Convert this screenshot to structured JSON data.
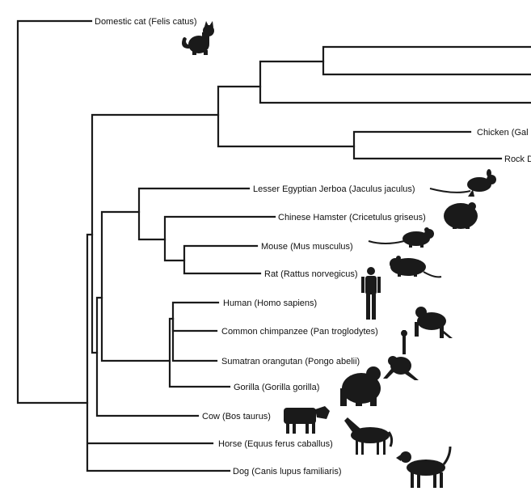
{
  "tree": {
    "taxa": [
      {
        "id": "cat",
        "label": "Domestic cat (Felis catus)",
        "icon": "cat-icon"
      },
      {
        "id": "chicken",
        "label": "Chicken (Gal",
        "icon": null
      },
      {
        "id": "rock",
        "label": "Rock D",
        "icon": null
      },
      {
        "id": "jerboa",
        "label": "Lesser Egyptian Jerboa (Jaculus jaculus)",
        "icon": "jerboa-icon"
      },
      {
        "id": "hamster",
        "label": "Chinese Hamster (Cricetulus griseus)",
        "icon": "hamster-icon"
      },
      {
        "id": "mouse",
        "label": "Mouse (Mus musculus)",
        "icon": "mouse-icon"
      },
      {
        "id": "rat",
        "label": "Rat (Rattus norvegicus)",
        "icon": "rat-icon"
      },
      {
        "id": "human",
        "label": "Human (Homo sapiens)",
        "icon": "human-icon"
      },
      {
        "id": "chimp",
        "label": "Common chimpanzee (Pan troglodytes)",
        "icon": "chimpanzee-icon"
      },
      {
        "id": "orang",
        "label": "Sumatran orangutan (Pongo abelii)",
        "icon": "orangutan-icon"
      },
      {
        "id": "gorilla",
        "label": "Gorilla (Gorilla gorilla)",
        "icon": "gorilla-icon"
      },
      {
        "id": "cow",
        "label": "Cow (Bos taurus)",
        "icon": "cow-icon"
      },
      {
        "id": "horse",
        "label": "Horse (Equus ferus caballus)",
        "icon": "horse-icon"
      },
      {
        "id": "dog",
        "label": "Dog (Canis lupus familiaris)",
        "icon": "dog-icon"
      }
    ]
  }
}
